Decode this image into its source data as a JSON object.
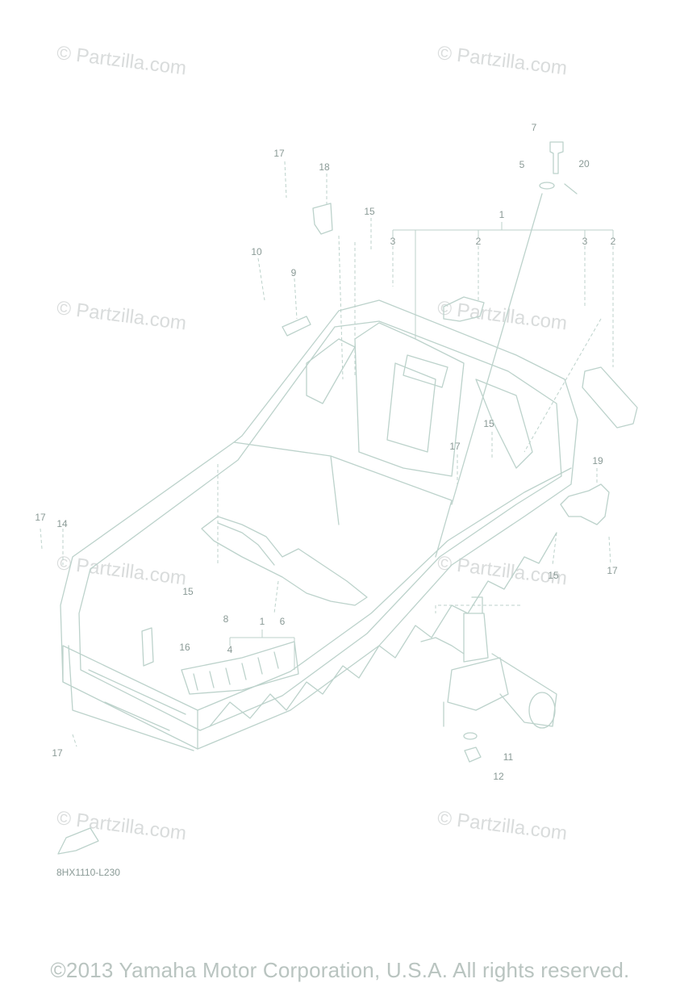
{
  "watermark": "© Partzilla.com",
  "diagram_code": "8HX1110-L230",
  "copyright": "©2013 Yamaha Motor Corporation, U.S.A. All rights reserved.",
  "callouts": [
    "1",
    "1",
    "2",
    "2",
    "3",
    "3",
    "4",
    "5",
    "6",
    "7",
    "8",
    "9",
    "10",
    "11",
    "12",
    "14",
    "15",
    "15",
    "15",
    "15",
    "16",
    "17",
    "17",
    "17",
    "17",
    "17",
    "18",
    "19",
    "20"
  ],
  "colors": {
    "line": "#bcd2cb",
    "label": "#8a9a96",
    "watermark": "#d9dcdc",
    "copyright": "#b9c4c0"
  }
}
